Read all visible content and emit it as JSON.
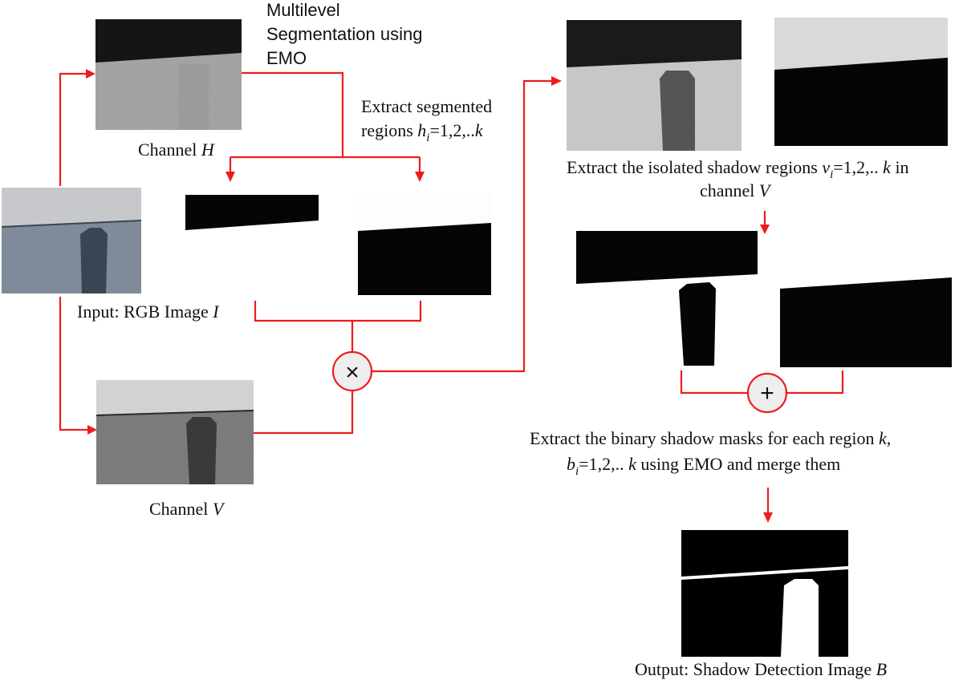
{
  "labels": {
    "input_prefix": "Input: RGB Image ",
    "input_var": "I",
    "channel_h_prefix": "Channel ",
    "channel_h_var": "H",
    "channel_v_prefix": "Channel ",
    "channel_v_var": "V",
    "multilevel_line1": "Multilevel",
    "multilevel_line2": "Segmentation using",
    "multilevel_line3": "EMO",
    "extract_seg_line1": "Extract segmented",
    "extract_seg_line2_pre": "regions ",
    "extract_seg_var": "h",
    "extract_seg_sub": "i",
    "extract_seg_rest": "=1,2,..",
    "extract_seg_k": "k",
    "isolated_line1_pre": "Extract the isolated shadow regions  ",
    "isolated_var": "v",
    "isolated_sub": "i",
    "isolated_mid": "=1,2,.. ",
    "isolated_k": "k",
    "isolated_post": " in",
    "isolated_line2_pre": "channel ",
    "isolated_line2_var": "V",
    "binary_line1_pre": "Extract the binary shadow masks for each region ",
    "binary_line1_k": "k",
    "binary_line1_post": ",",
    "binary_line2_var": "b",
    "binary_line2_sub": "i",
    "binary_line2_mid": "=1,2,.. ",
    "binary_line2_k": "k",
    "binary_line2_post": " using EMO and merge them",
    "output_prefix": "Output: Shadow Detection Image ",
    "output_var": "B"
  },
  "operators": {
    "multiply": "×",
    "add": "+"
  },
  "colors": {
    "arrow": "#ee1c1c",
    "operator_fill": "#eeeeee",
    "shadow_black": "#000000"
  }
}
